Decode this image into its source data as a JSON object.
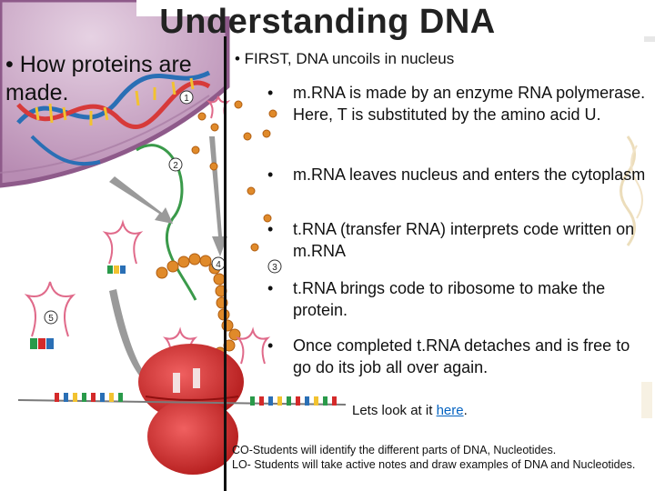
{
  "title": "Understanding DNA",
  "left_bullet": "• How proteins are made.",
  "first_bullet": "•  FIRST, DNA uncoils in nucleus",
  "bullets": [
    {
      "dot": "•",
      "text": "m.RNA is made by an enzyme RNA polymerase. Here, T is substituted by the amino acid U."
    },
    {
      "dot": "•",
      "text": "m.RNA leaves nucleus and enters the cytoplasm"
    },
    {
      "dot": "•",
      "text": "t.RNA (transfer RNA) interprets code written on m.RNA"
    },
    {
      "dot": "•",
      "text": "t.RNA brings code to ribosome to make the protein."
    },
    {
      "dot": "•",
      "text": "Once completed t.RNA detaches and is free to go do its job all over again."
    }
  ],
  "lets_look": {
    "prefix": "Lets look at it ",
    "link": "here",
    "suffix": "."
  },
  "co": "CO-Students will identify the different parts of DNA, Nucleotides.",
  "lo": "LO- Students will take active notes and draw examples of DNA and Nucleotides.",
  "step_labels": [
    "1",
    "2",
    "3",
    "4",
    "5"
  ],
  "colors": {
    "nucleus": "#c9a6c4",
    "nucleus_edge": "#8e5a8a",
    "ribosome": "#d42a2a",
    "protein_bead": "#e08a2a",
    "arrow": "#8a8a8a",
    "link": "#0563c1"
  }
}
